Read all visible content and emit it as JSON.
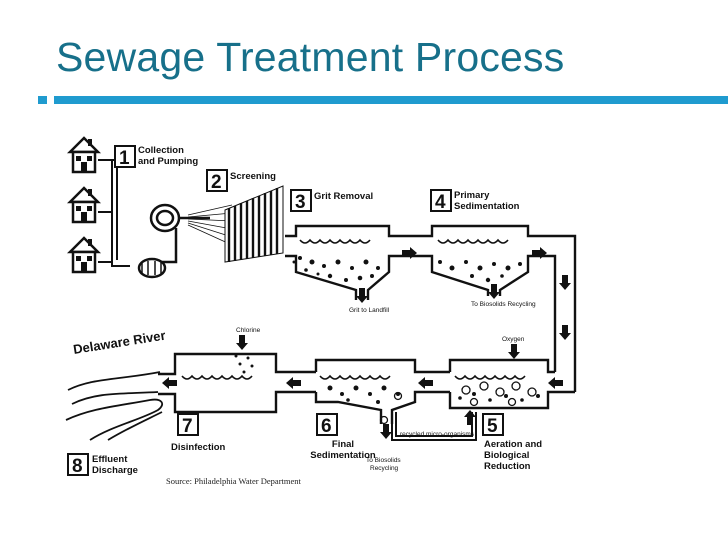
{
  "page_title": "Sewage Treatment Process",
  "colors": {
    "title": "#17708a",
    "accent_rule": "#1f9bcf",
    "ink": "#111111"
  },
  "steps": [
    {
      "number": "1",
      "line1": "Collection",
      "line2": "and Pumping"
    },
    {
      "number": "2",
      "line1": "Screening",
      "line2": ""
    },
    {
      "number": "3",
      "line1": "Grit Removal",
      "line2": ""
    },
    {
      "number": "4",
      "line1": "Primary",
      "line2": "Sedimentation"
    },
    {
      "number": "5",
      "line1": "Aeration and",
      "line2": "Biological",
      "line3": "Reduction"
    },
    {
      "number": "6",
      "line1": "Final",
      "line2": "Sedimentation"
    },
    {
      "number": "7",
      "line1": "Disinfection",
      "line2": ""
    },
    {
      "number": "8",
      "line1": "Effluent",
      "line2": "Discharge"
    }
  ],
  "annotations": {
    "grit": "Grit to Landfill",
    "biosolids_top": "To Biosolids Recycling",
    "chlorine": "Chlorine",
    "oxygen": "Oxygen",
    "recycled": "recycled micro-organisms",
    "biosolids_bottom_1": "To Biosolids",
    "biosolids_bottom_2": "Recycling",
    "river": "Delaware River",
    "source": "Source: Philadelphia Water Department"
  },
  "icons": [
    "house-icon",
    "pipe-coil-icon",
    "pump-icon",
    "screen-bars-icon",
    "arrow-icon",
    "water-wave-icon",
    "river-icon"
  ]
}
